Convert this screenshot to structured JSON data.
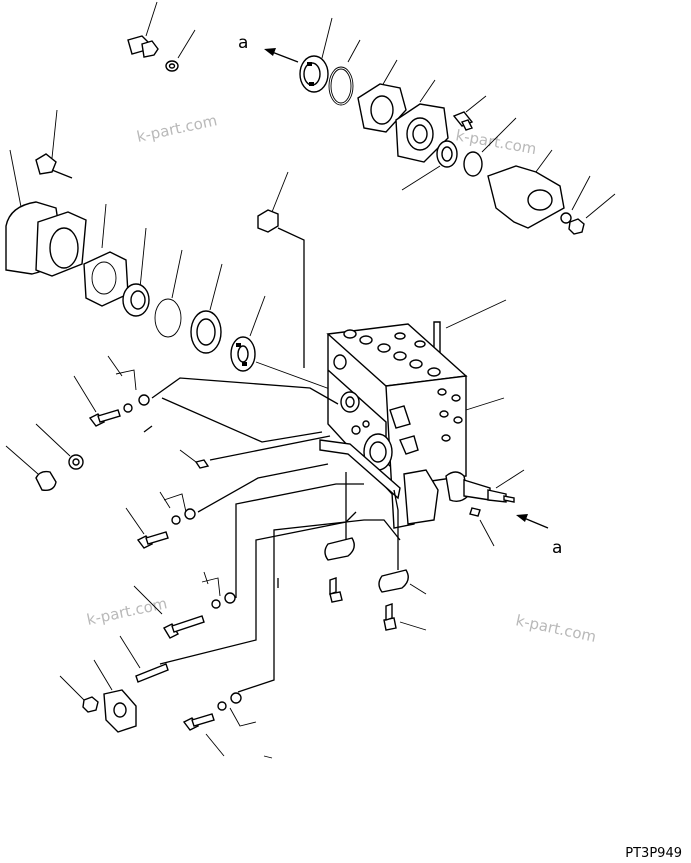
{
  "diagram": {
    "callout_arrow_label": "a",
    "drawing_code": "PT3P949",
    "watermark_text": "k-part.com"
  },
  "colors": {
    "line": "#000000",
    "watermark": "#b9b9b9",
    "background": "#ffffff"
  }
}
